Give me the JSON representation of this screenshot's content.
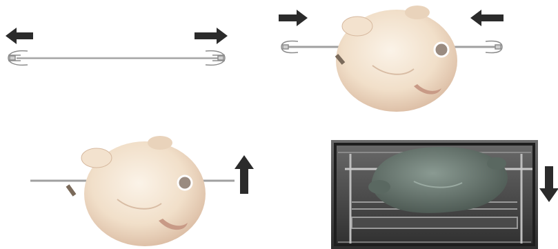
{
  "steps": [
    {
      "id": 1,
      "arrows": [
        "left",
        "right"
      ],
      "subject": "spit-rod-with-forks"
    },
    {
      "id": 2,
      "arrows": [
        "right",
        "left"
      ],
      "subject": "chicken-on-spit"
    },
    {
      "id": 3,
      "arrows": [
        "up"
      ],
      "subject": "chicken-on-spit-lifted"
    },
    {
      "id": 4,
      "arrows": [
        "down"
      ],
      "subject": "roast-in-oven"
    }
  ],
  "colors": {
    "arrow": "#2b2b2b",
    "chicken_light": "#f7ead8",
    "chicken_shadow": "#d9b9a0",
    "rod": "#b8b8b8",
    "oven_dark": "#3a3a3a",
    "roast": "#6a7a72"
  },
  "icons": [
    "arrow-left-icon",
    "arrow-right-icon",
    "arrow-up-icon",
    "arrow-down-icon",
    "spit-fork-icon"
  ]
}
